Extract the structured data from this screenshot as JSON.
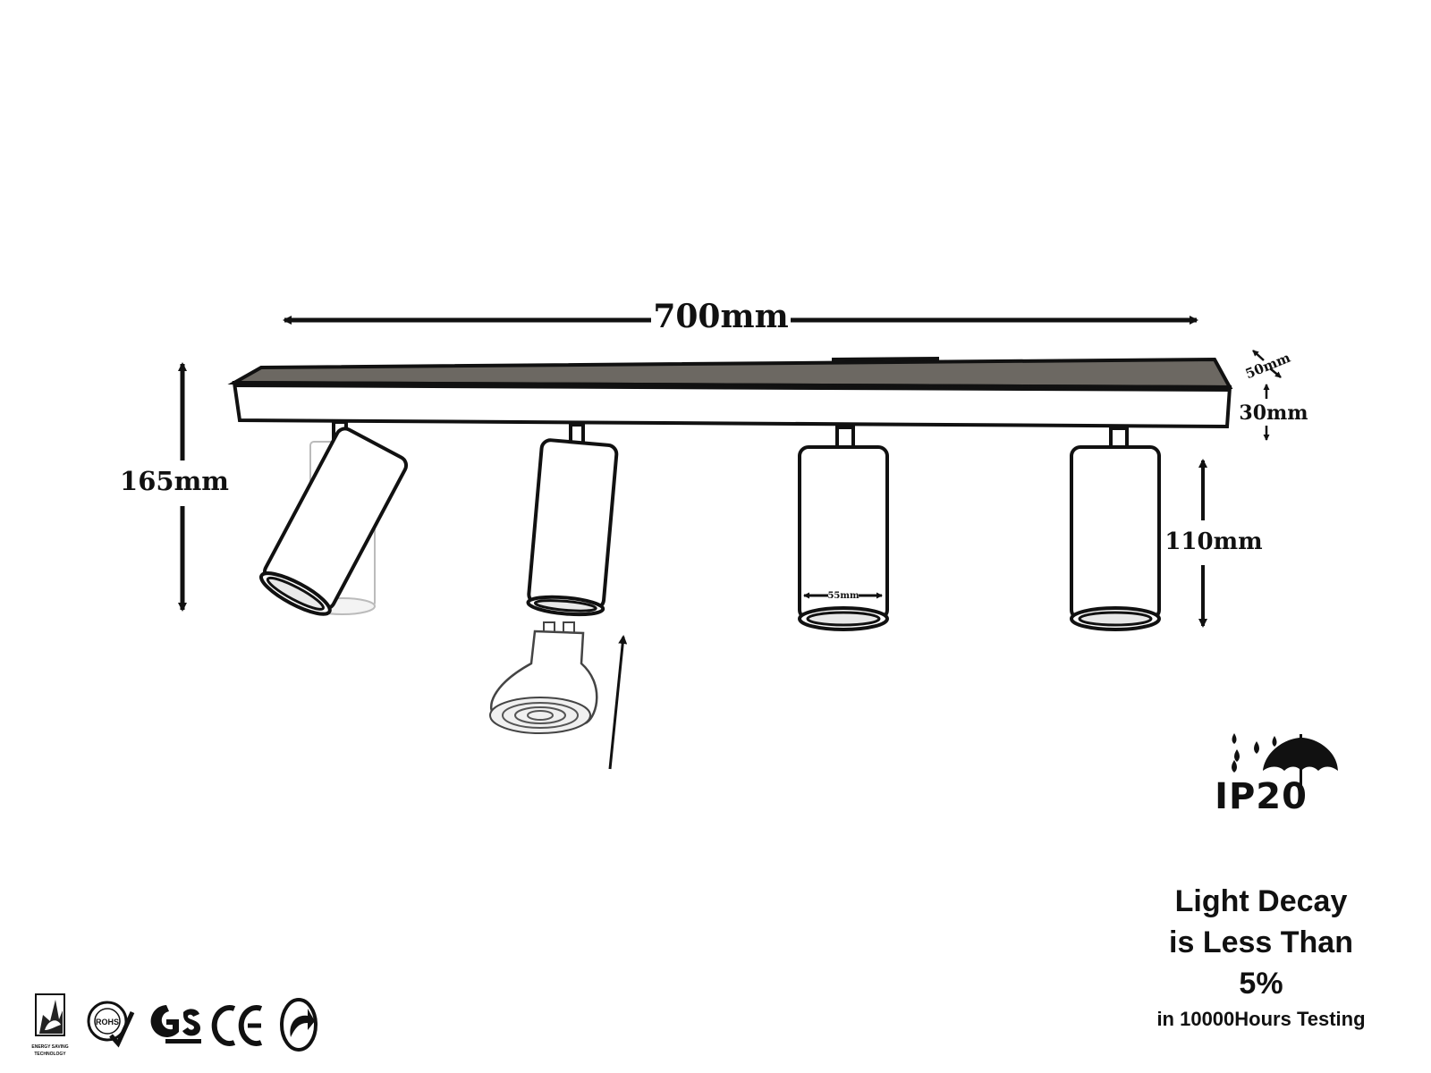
{
  "dimensions": {
    "length": "700mm",
    "height": "165mm",
    "lamp_height": "110mm",
    "depth": "50mm",
    "bar_height": "30mm",
    "lamp_diameter": "55mm"
  },
  "rating": {
    "ip": "IP20",
    "icon": "rain-umbrella-icon"
  },
  "decay": {
    "line1": "Light Decay",
    "line2": "is Less Than",
    "line3": "5%",
    "line4": "in 10000Hours Testing"
  },
  "certifications": {
    "icons": [
      "energy-saving-technology-icon",
      "rohs-icon",
      "gs-icon",
      "ce-icon",
      "recycle-icon"
    ],
    "energy_label": "ENERGY SAVING TECHNOLOGY",
    "rohs_label": "ROHS",
    "ce_label": "CE"
  }
}
